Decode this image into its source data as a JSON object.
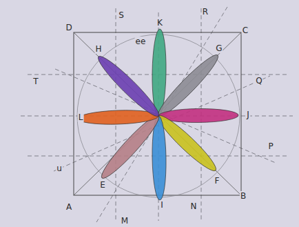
{
  "diagram": {
    "labels": [
      "D",
      "S",
      "K",
      "R",
      "C",
      "H",
      "ee",
      "G",
      "T",
      "Q",
      "L",
      "J",
      "P",
      "u",
      "E",
      "F",
      "A",
      "I",
      "N",
      "B",
      "M"
    ]
  }
}
